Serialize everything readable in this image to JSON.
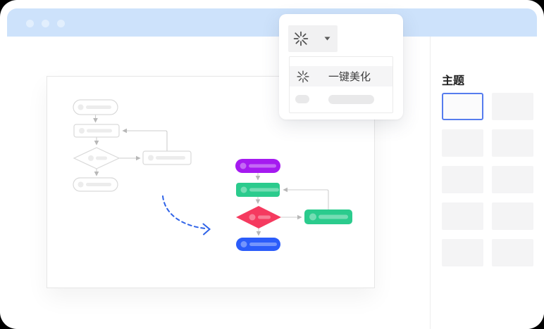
{
  "window": {
    "type": "browser-mock",
    "control_dots": 3
  },
  "colors": {
    "header_bar": "#CDE2FB",
    "header_dot": "#E2EFFD",
    "node_purple": "#A51AF0",
    "node_green": "#2BCB8D",
    "node_red": "#F53A5F",
    "node_blue": "#2B5CFA",
    "grey_node_border": "#D9D9D9",
    "grey_node_placeholder": "#ECECEC",
    "connector": "#CDCDCD",
    "connector_arrowhead": "#B8B8B8",
    "selected_theme_border": "#567CEE",
    "beautify_arrow": "#2F63E8"
  },
  "popup": {
    "button": {
      "icon": "beautify-sparkle-icon",
      "caret_icon": "caret-down-icon"
    },
    "menu": {
      "items": [
        {
          "icon": "beautify-sparkle-icon",
          "label": "一键美化",
          "highlighted": true
        },
        {
          "placeholder": true
        }
      ]
    }
  },
  "sidebar": {
    "title": "主题",
    "themes": [
      {
        "selected": true
      },
      {},
      {},
      {},
      {},
      {},
      {},
      {},
      {},
      {}
    ]
  },
  "canvas": {
    "before_flowchart": {
      "style": "grey-wireframe",
      "nodes": [
        "start-pill",
        "process-rect",
        "decision-diamond",
        "side-process-rect",
        "end-pill"
      ]
    },
    "after_flowchart": {
      "style": "colored",
      "nodes": [
        {
          "shape": "start-pill",
          "color_key": "node_purple"
        },
        {
          "shape": "process-rect",
          "color_key": "node_green"
        },
        {
          "shape": "decision-diamond",
          "color_key": "node_red"
        },
        {
          "shape": "side-process-rect",
          "color_key": "node_green"
        },
        {
          "shape": "end-pill",
          "color_key": "node_blue"
        }
      ]
    },
    "transition": "blue-dashed-curved-arrow"
  }
}
